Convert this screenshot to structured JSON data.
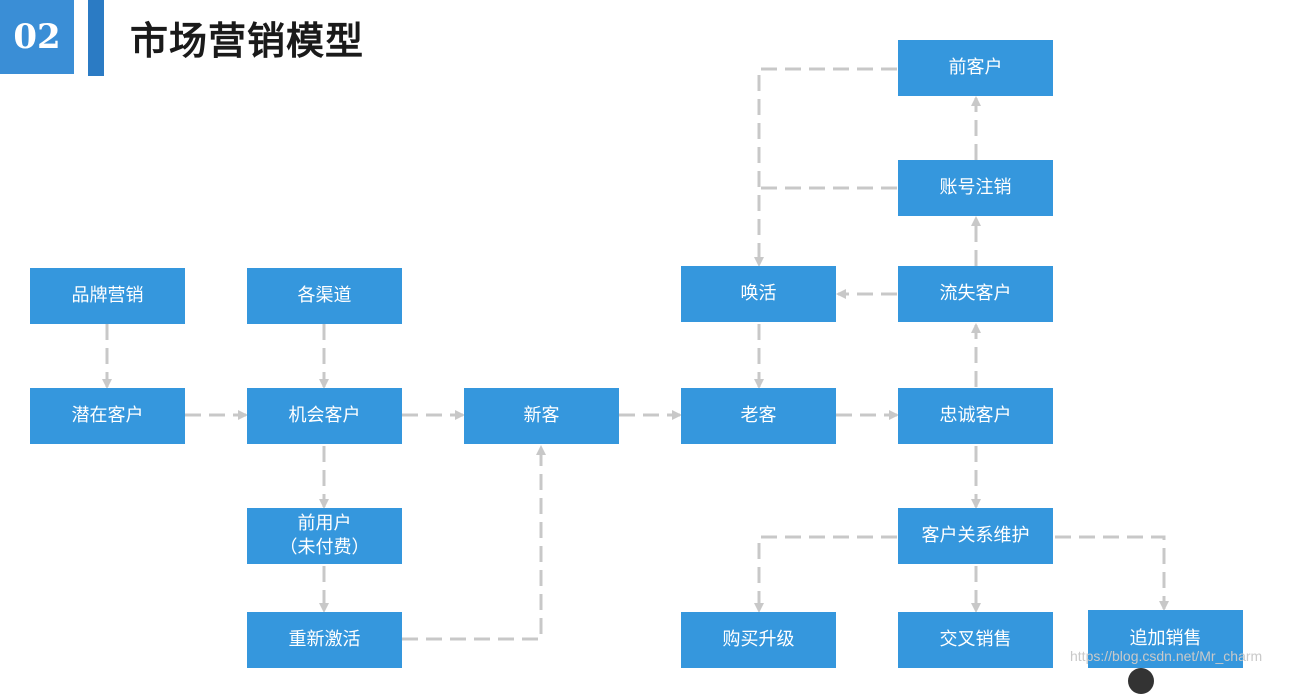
{
  "header": {
    "section_number": "02",
    "title": "市场营销模型"
  },
  "nodes": {
    "brand_marketing": "品牌营销",
    "all_channels": "各渠道",
    "potential_customer": "潜在客户",
    "opportunity_customer": "机会客户",
    "new_customer": "新客",
    "pre_user": "前用户",
    "pre_user_note": "（未付费）",
    "reactivation": "重新激活",
    "awaken": "唤活",
    "old_customer": "老客",
    "former_customer": "前客户",
    "account_cancel": "账号注销",
    "lost_customer": "流失客户",
    "loyal_customer": "忠诚客户",
    "relationship_maintenance": "客户关系维护",
    "upgrade_purchase": "购买升级",
    "cross_sell": "交叉销售",
    "add_on_sale": "追加销售"
  },
  "watermark": "https://blog.csdn.net/Mr_charm",
  "colors": {
    "box": "#3597dd",
    "connector": "#c8c8c8",
    "header_accent": "#3a8ed6"
  }
}
